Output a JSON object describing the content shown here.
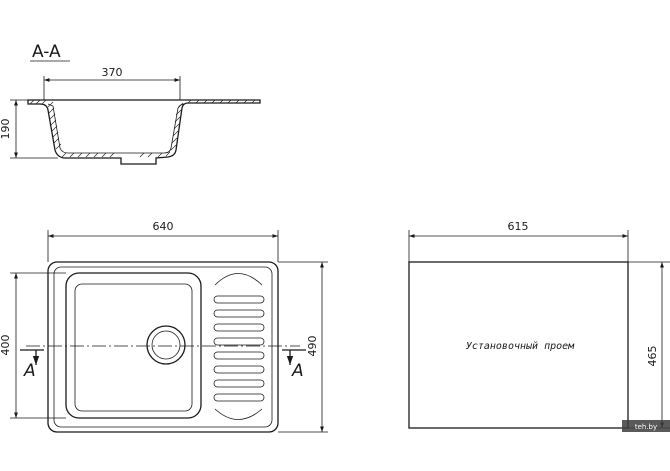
{
  "section": {
    "title": "A-A",
    "width_dim": "370",
    "height_dim": "190"
  },
  "plan": {
    "width_dim": "640",
    "left_height_dim": "400",
    "right_height_dim": "490",
    "cut_marker_left": "A",
    "cut_marker_right": "A"
  },
  "cutout": {
    "width_dim": "615",
    "height_dim": "465",
    "label": "Установочный проем"
  },
  "watermark": {
    "text": "teh.by"
  }
}
